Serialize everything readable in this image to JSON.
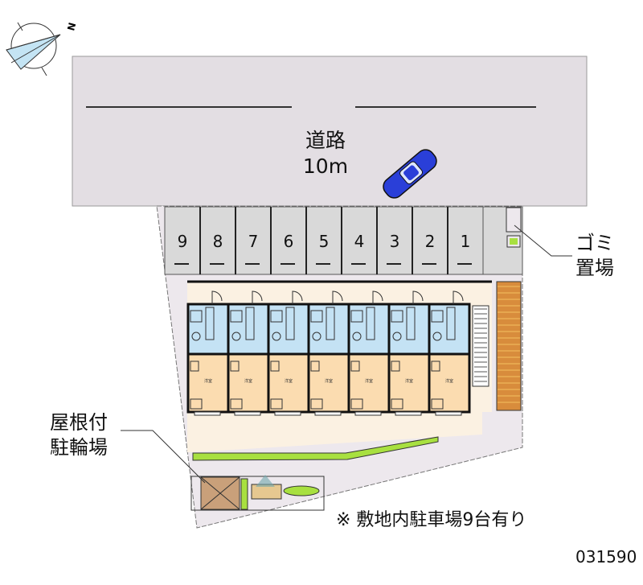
{
  "compass": {
    "north_label": "N"
  },
  "road": {
    "name": "道路",
    "width": "10m"
  },
  "parking": {
    "spaces": [
      "9",
      "8",
      "7",
      "6",
      "5",
      "4",
      "3",
      "2",
      "1"
    ]
  },
  "labels": {
    "garbage": [
      "ゴミ",
      "置場"
    ],
    "bicycle": [
      "屋根付",
      "駐輪場"
    ]
  },
  "building": {
    "units": 7,
    "room_label": "洋室"
  },
  "note": "※ 敷地内駐車場9台有り",
  "property_code": "031590",
  "colors": {
    "road": "#e3dee3",
    "site": "#ede8ed",
    "parking": "#d9d9d9",
    "wet_area": "#c4e2f4",
    "room": "#fbdcb0",
    "courtyard": "#fbf1e2",
    "hedge": "#a8e040",
    "brick": "#d88c3c",
    "car": "#2a3fd8"
  }
}
